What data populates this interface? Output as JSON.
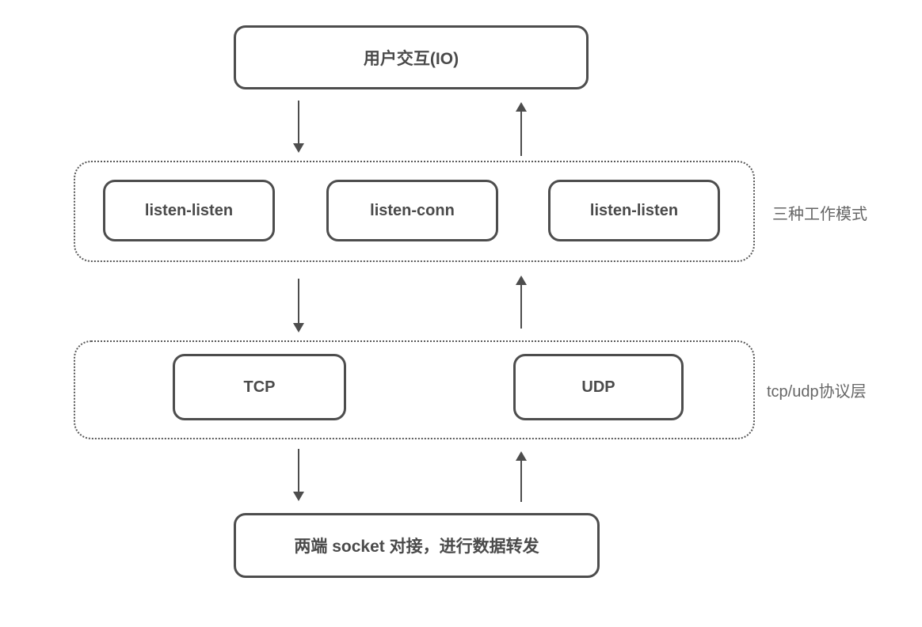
{
  "diagram": {
    "top_box": {
      "label": "用户交互(IO)"
    },
    "modes_group": {
      "side_label": "三种工作模式",
      "boxes": [
        {
          "label": "listen-listen"
        },
        {
          "label": "listen-conn"
        },
        {
          "label": "listen-listen"
        }
      ]
    },
    "protocol_group": {
      "side_label": "tcp/udp协议层",
      "boxes": [
        {
          "label": "TCP"
        },
        {
          "label": "UDP"
        }
      ]
    },
    "bottom_box": {
      "label": "两端 socket 对接，进行数据转发"
    },
    "colors": {
      "stroke": "#4d4d4d",
      "text": "#4a4a4a",
      "side_label_text": "#666666",
      "background": "#ffffff"
    }
  }
}
